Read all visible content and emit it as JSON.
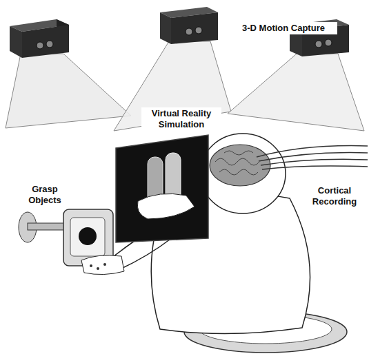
{
  "diagram": {
    "labels": [
      "3-D Motion Capture",
      "Virtual Reality Simulation",
      "Grasp Objects",
      "Cortical Recording"
    ]
  }
}
